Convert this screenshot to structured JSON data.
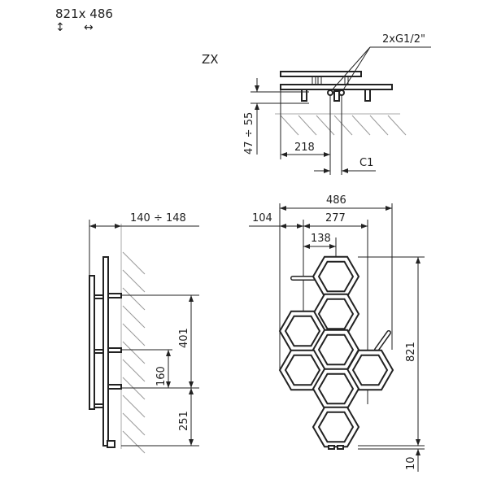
{
  "header": {
    "size": "821x 486",
    "height_icon": "vertical-arrows-icon",
    "width_icon": "horizontal-arrows-icon"
  },
  "top_view": {
    "model": "ZX",
    "connection": "2xG1/2\"",
    "wall_gap": "47 ÷ 55",
    "offset": "218",
    "spacing": "C1"
  },
  "side_view": {
    "depth": "140 ÷ 148",
    "bracket_span": "401",
    "bracket_inner": "160",
    "bottom_bracket": "251"
  },
  "front_view": {
    "width": "486",
    "left_offset": "104",
    "bracket_spacing": "277",
    "half": "138",
    "height": "821",
    "bottom_gap": "10"
  }
}
